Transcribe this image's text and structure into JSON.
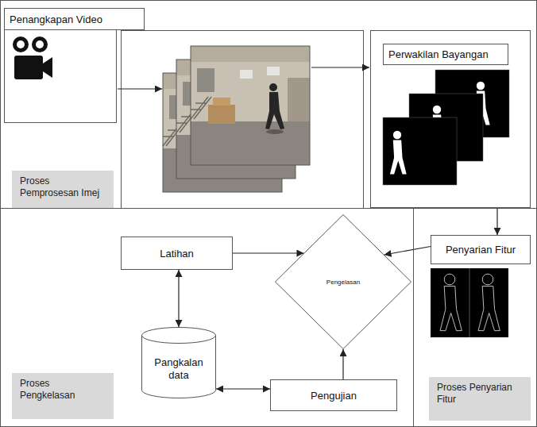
{
  "diagram": {
    "nodes": [
      {
        "text": [
          "Proses Pemprosesan Imej"
        ]
      },
      {
        "text": [
          "Penangkapan Video"
        ],
        "in": 0
      },
      {
        "text": [
          "Perwakilan Bayangan"
        ],
        "in": 0
      },
      {
        "text": [
          "Proses Pengkelasan"
        ]
      },
      {
        "text": [
          "Latihan"
        ],
        "in": 3
      },
      {
        "text": [
          "Pengelasan"
        ],
        "in": 3
      },
      {
        "text": [
          "Pangkalan data"
        ],
        "in": 3
      },
      {
        "text": [
          "Pengujian"
        ],
        "in": 3
      },
      {
        "text": [
          "Proses Penyarian Fitur"
        ]
      },
      {
        "text": [
          "Penyarian Fitur"
        ],
        "in": 8
      }
    ],
    "edges": [
      {
        "from": 2,
        "to": 9,
        "arrow": "to"
      },
      {
        "from": 4,
        "to": 5,
        "arrow": "to"
      },
      {
        "from": 9,
        "to": 5,
        "arrow": "to"
      },
      {
        "from": 7,
        "to": 5,
        "arrow": "to"
      },
      {
        "from": 4,
        "to": 6,
        "arrow": "both"
      },
      {
        "from": 6,
        "to": 7,
        "arrow": "both"
      }
    ]
  }
}
